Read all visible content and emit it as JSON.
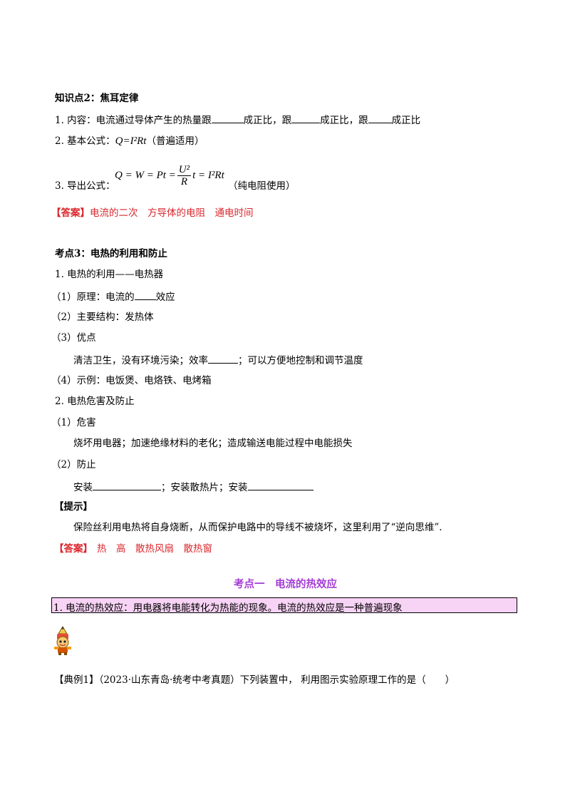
{
  "kp2": {
    "title": "知识点2：焦耳定律",
    "l1_pre": "1. 内容：电流通过导体产生的热量跟",
    "l1_mid1": "成正比，跟",
    "l1_mid2": "成正比，跟",
    "l1_end": "成正比",
    "l2_pre": "2. 基本公式：",
    "l2_formula": "Q=I²Rt",
    "l2_note": "（普遍适用）",
    "l3_pre": "3. 导出公式：",
    "l3_formula_left": "Q = W = Pt =",
    "l3_frac_num": "U²",
    "l3_frac_den": "R",
    "l3_formula_right": "t = I²Rt",
    "l3_note": "（纯电阻使用）",
    "answer_label": "【答案】",
    "answer_text": "电流的二次　方导体的电阻　通电时间"
  },
  "kp3": {
    "title": "考点3：电热的利用和防止",
    "i1": "1. 电热的利用——电热器",
    "i1_1_pre": "（1）原理：电流的",
    "i1_1_end": "效应",
    "i1_2": "（2）主要结构：发热体",
    "i1_3": "（3）优点",
    "i1_3_pre": "清洁卫生，没有环境污染；效率",
    "i1_3_end": "；可以方便地控制和调节温度",
    "i1_4": "（4）示例：电饭煲、电烙铁、电烤箱",
    "i2": "2. 电热危害及防止",
    "i2_1": "（1）危害",
    "i2_1_text": "烧坏用电器；加速绝缘材料的老化；造成输送电能过程中电能损失",
    "i2_2": "（2）防止",
    "i2_2_pre": "安装",
    "i2_2_mid": "；安装散热片；安装",
    "tip_label": "【提示】",
    "tip_text": "保险丝利用电热将自身烧断，从而保护电路中的导线不被烧坏，这里利用了“逆向思维”.",
    "answer_label": "【答案】",
    "answer_text": "热　高　散热风扇　散热窗"
  },
  "section": {
    "title": "考点一　电流的热效应",
    "definition": "1. 电流的热效应：用电器将电能转化为热能的现象。电流的热效应是一种普遍现象"
  },
  "example": {
    "label": "【典例1】",
    "text": "（2023·山东青岛·统考中考真题）下列装置中，  利用图示实验原理工作的是（　　）"
  },
  "colors": {
    "answer": "#d9262c",
    "section_title": "#a43bd6",
    "box_fill": "#f7d3f5"
  },
  "icons": {
    "mascot": "pencil-mascot-icon"
  }
}
